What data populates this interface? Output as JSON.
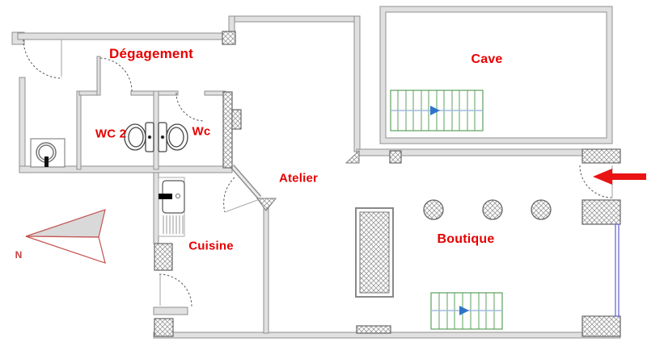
{
  "plan": {
    "type": "architectural-floor-plan",
    "rooms": {
      "degagement": {
        "label": "Dégagement"
      },
      "wc2": {
        "label": "WC 2"
      },
      "wc": {
        "label": "Wc"
      },
      "atelier": {
        "label": "Atelier"
      },
      "cave": {
        "label": "Cave"
      },
      "cuisine": {
        "label": "Cuisine"
      },
      "boutique": {
        "label": "Boutique"
      }
    },
    "compass": {
      "label": "N"
    },
    "icons": {
      "north_arrow": "compass-north-arrow",
      "entrance_arrow": "red-arrow-pointing-left",
      "stairs_cave": "staircase-up-arrow-right",
      "stairs_boutique": "staircase-up-arrow-right",
      "columns": "hatched-round-columns-x3",
      "toilets": "wc-toilet-x2",
      "kitchen_sink": "sink-with-drainer",
      "basin": "round-basin"
    },
    "colors": {
      "label_red": "#e60000",
      "wall_stroke": "#8f8f8f",
      "wall_fill": "#e0e0e0",
      "stair_green": "#5ca05c",
      "stair_line_blue": "#a0bcdf",
      "stair_arrow_blue": "#2f74c9",
      "window_blue": "#6a6ad0",
      "entrance_arrow_red": "#ea1313",
      "north_arrow_red": "#c4534f"
    }
  }
}
